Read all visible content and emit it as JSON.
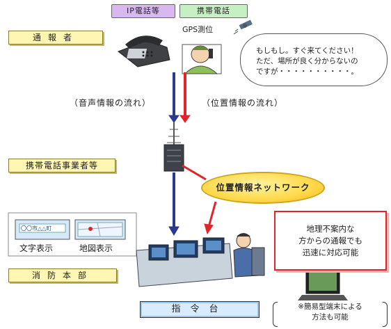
{
  "tags": {
    "ip_phone": "IP電話等",
    "mobile_phone": "携帯電話"
  },
  "roles": {
    "reporter": "通報者",
    "carrier": "携帯電話事業者等",
    "fire_hq": "消防本部"
  },
  "gps_label": "GPS測位",
  "speech": {
    "line1": "もしもし。すぐ来てください！",
    "line2": "ただ、場所が良く分からないの",
    "line3": "ですが・・・・・・・・・・。"
  },
  "flows": {
    "voice": "（音声情報の流れ）",
    "position": "（位置情報の流れ）"
  },
  "network_label": "位置情報ネットワーク",
  "callout": {
    "line1": "地理不案内な",
    "line2": "方からの通報でも",
    "line3": "迅速に対応可能"
  },
  "display": {
    "text_screen": "〇〇市△△町",
    "text_display_label": "文字表示",
    "map_display_label": "地図表示"
  },
  "console_label": "指令台",
  "note": {
    "line1": "※簡易型端末による",
    "line2": "方法も可能"
  },
  "colors": {
    "voice_arrow": "#2b3a8f",
    "position_arrow": "#e0242a",
    "network": "#ffd84a",
    "callout_border": "#e0242a"
  }
}
